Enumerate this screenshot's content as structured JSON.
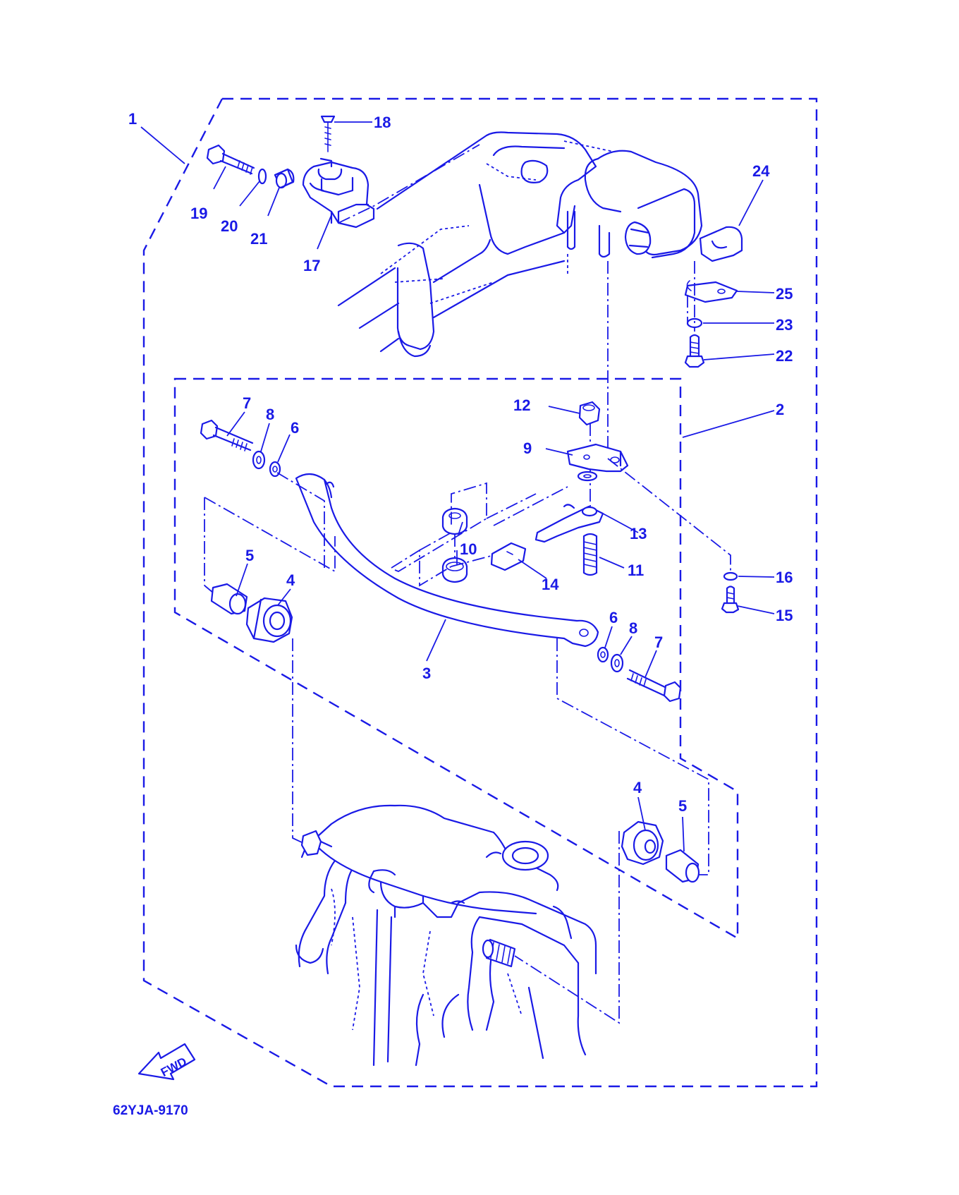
{
  "diagram": {
    "code": "62YJA-9170",
    "fwd_label": "FWD",
    "callouts": {
      "c1": "1",
      "c2": "2",
      "c3": "3",
      "c4a": "4",
      "c4b": "4",
      "c5a": "5",
      "c5b": "5",
      "c6a": "6",
      "c6b": "6",
      "c7a": "7",
      "c7b": "7",
      "c8a": "8",
      "c8b": "8",
      "c9": "9",
      "c10": "10",
      "c11": "11",
      "c12": "12",
      "c13": "13",
      "c14": "14",
      "c15": "15",
      "c16": "16",
      "c17": "17",
      "c18": "18",
      "c19": "19",
      "c20": "20",
      "c21": "21",
      "c22": "22",
      "c23": "23",
      "c24": "24",
      "c25": "25"
    },
    "line_color": "#1a1ae6",
    "background": "#ffffff"
  }
}
